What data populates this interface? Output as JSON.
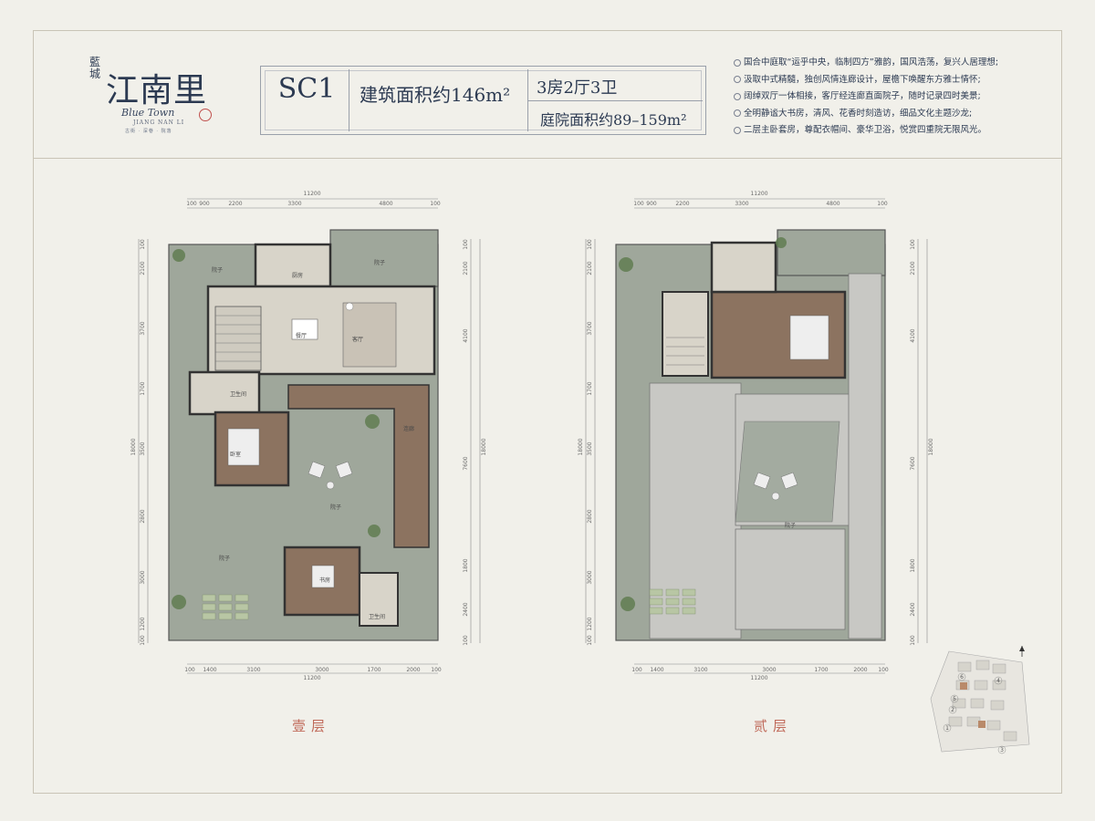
{
  "brand": {
    "name_cn": "江南里",
    "prefix_cn": "藍城",
    "name_en": "Blue Town",
    "pinyin": "JIANG NAN LI",
    "tagline": "古街 · 深巷 · 院落"
  },
  "header": {
    "unit_code": "SC1",
    "building_area": "建筑面积约146m²",
    "layout": "3房2厅3卫",
    "yard_area": "庭院面积约89–159m²"
  },
  "features": [
    "国合中庭取“运乎中央，临制四方”雅韵，国风浩荡，复兴人居理想;",
    "汲取中式精髓，独创风情连廊设计，屋檐下唤醒东方雅士情怀;",
    "阔绰双厅一体相接，客厅经连廊直面院子，随时记录四时美景;",
    "全明静谧大书房，清风、花香时刻造访，细品文化主题沙龙;",
    "二层主卧套房，尊配衣帽间、豪华卫浴，悦赏四重院无限风光。"
  ],
  "floors": [
    {
      "label": "壹层",
      "top_total": "11200",
      "top_dims": [
        "100",
        "900",
        "2200",
        "3300",
        "4800",
        "100"
      ],
      "bottom_total": "11200",
      "bottom_dims": [
        "100",
        "1400",
        "3100",
        "3000",
        "1700",
        "2000",
        "100"
      ],
      "left_total": "18000",
      "left_dims": [
        "100",
        "2100",
        "3700",
        "1700",
        "3500",
        "2800",
        "3000",
        "1200",
        "100"
      ],
      "right_total": "18000",
      "right_dims": [
        "100",
        "2100",
        "4100",
        "7600",
        "1800",
        "2400",
        "100"
      ],
      "rooms": [
        "院子",
        "厨房",
        "院子",
        "餐厅",
        "客厅",
        "卫生间",
        "卧室",
        "连廊",
        "院子",
        "院子",
        "书房",
        "卫生间"
      ]
    },
    {
      "label": "贰层",
      "top_total": "11200",
      "top_dims": [
        "100",
        "900",
        "2200",
        "3300",
        "4800",
        "100"
      ],
      "bottom_total": "11200",
      "bottom_dims": [
        "100",
        "1400",
        "3100",
        "3000",
        "1700",
        "2000",
        "100"
      ],
      "left_total": "18000",
      "left_dims": [
        "100",
        "2100",
        "3700",
        "1700",
        "3500",
        "2800",
        "3000",
        "1200",
        "100"
      ],
      "right_total": "18000",
      "right_dims": [
        "100",
        "2100",
        "4100",
        "7600",
        "1800",
        "2400",
        "100"
      ],
      "rooms": [
        "院子"
      ]
    }
  ],
  "site_plan": {
    "markers": [
      "1",
      "2",
      "3",
      "4",
      "5",
      "6"
    ]
  },
  "colors": {
    "navy": "#2c3a52",
    "paper": "#f1f0ea",
    "yard_green": "#9fa79b",
    "interior": "#d8d4c9",
    "wood": "#8c7360",
    "roof": "#c8c8c4",
    "label_red": "#c06a5a"
  }
}
